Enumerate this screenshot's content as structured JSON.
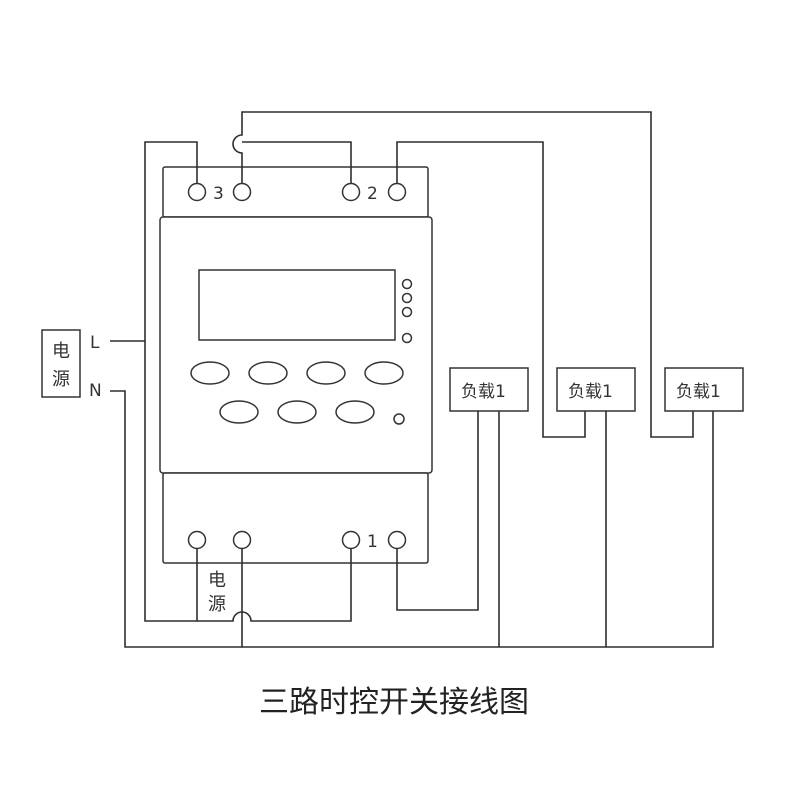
{
  "caption": "三路时控开关接线图",
  "power_supply": {
    "label_line1": "电",
    "label_line2": "源",
    "L_label": "L",
    "N_label": "N"
  },
  "bottom_power": {
    "label_line1": "电",
    "label_line2": "源"
  },
  "device": {
    "top_terminal_labels": [
      "3",
      "2"
    ],
    "bottom_terminal_label": "1"
  },
  "loads": [
    {
      "label": "负载1"
    },
    {
      "label": "负载1"
    },
    {
      "label": "负载1"
    }
  ]
}
